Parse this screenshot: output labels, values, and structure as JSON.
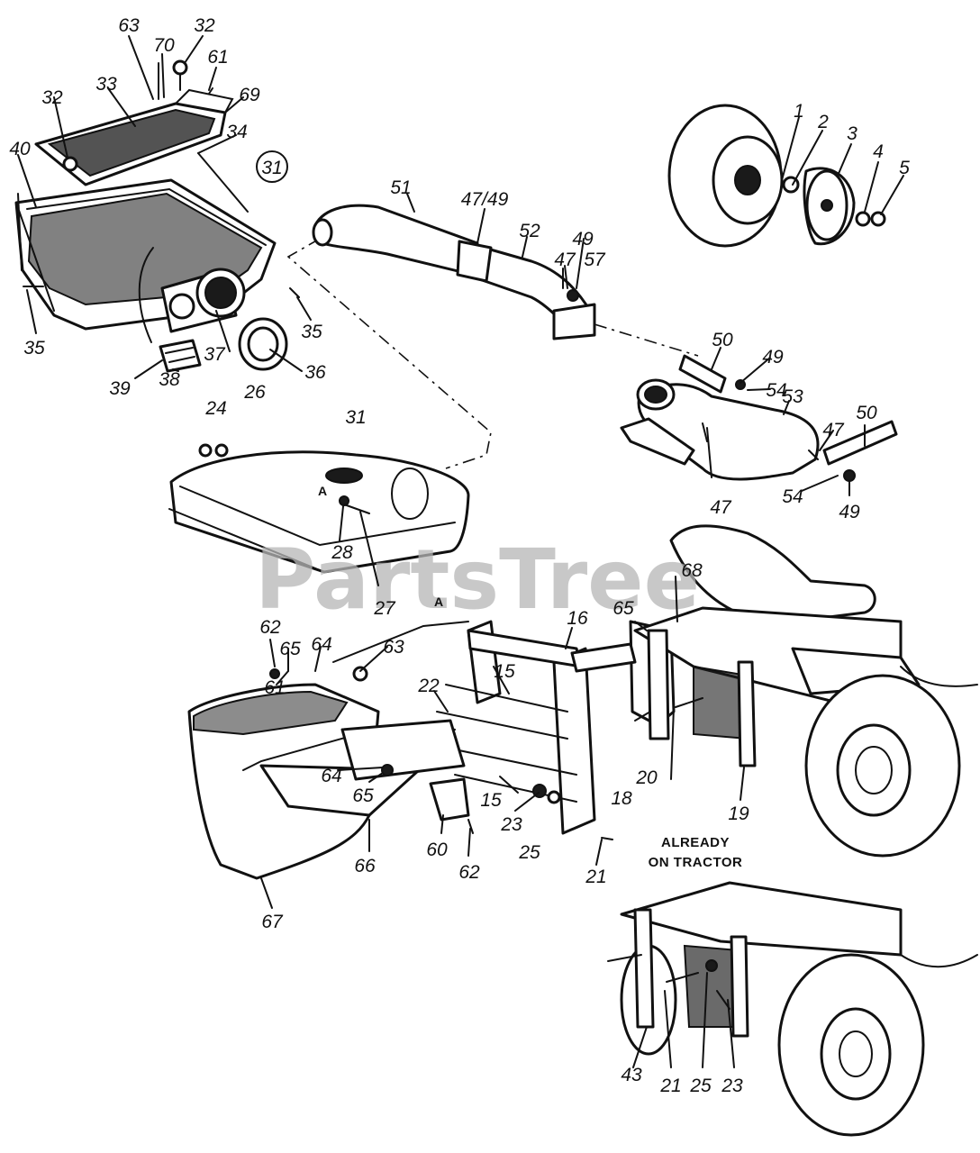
{
  "watermark": "PartsTree",
  "note": {
    "line1": "ALREADY",
    "line2": "ON TRACTOR"
  },
  "connector_letter": "A",
  "callouts": [
    {
      "id": "c1",
      "text": "1"
    },
    {
      "id": "c2",
      "text": "2"
    },
    {
      "id": "c3",
      "text": "3"
    },
    {
      "id": "c4",
      "text": "4"
    },
    {
      "id": "c5",
      "text": "5"
    },
    {
      "id": "c15a",
      "text": "15"
    },
    {
      "id": "c15b",
      "text": "15"
    },
    {
      "id": "c16",
      "text": "16"
    },
    {
      "id": "c18",
      "text": "18"
    },
    {
      "id": "c19",
      "text": "19"
    },
    {
      "id": "c20",
      "text": "20"
    },
    {
      "id": "c21a",
      "text": "21"
    },
    {
      "id": "c21b",
      "text": "21"
    },
    {
      "id": "c22",
      "text": "22"
    },
    {
      "id": "c23a",
      "text": "23"
    },
    {
      "id": "c23b",
      "text": "23"
    },
    {
      "id": "c24",
      "text": "24"
    },
    {
      "id": "c25a",
      "text": "25"
    },
    {
      "id": "c25b",
      "text": "25"
    },
    {
      "id": "c26",
      "text": "26"
    },
    {
      "id": "c27",
      "text": "27"
    },
    {
      "id": "c28",
      "text": "28"
    },
    {
      "id": "c31a",
      "text": "31"
    },
    {
      "id": "c31b",
      "text": "31"
    },
    {
      "id": "c32a",
      "text": "32"
    },
    {
      "id": "c32b",
      "text": "32"
    },
    {
      "id": "c33",
      "text": "33"
    },
    {
      "id": "c34",
      "text": "34"
    },
    {
      "id": "c35a",
      "text": "35"
    },
    {
      "id": "c35b",
      "text": "35"
    },
    {
      "id": "c36",
      "text": "36"
    },
    {
      "id": "c37",
      "text": "37"
    },
    {
      "id": "c38",
      "text": "38"
    },
    {
      "id": "c39",
      "text": "39"
    },
    {
      "id": "c40",
      "text": "40"
    },
    {
      "id": "c43",
      "text": "43"
    },
    {
      "id": "c47a",
      "text": "47"
    },
    {
      "id": "c47b",
      "text": "47"
    },
    {
      "id": "c47c",
      "text": "47"
    },
    {
      "id": "c4749",
      "text": "47/49"
    },
    {
      "id": "c49a",
      "text": "49"
    },
    {
      "id": "c49b",
      "text": "49"
    },
    {
      "id": "c49c",
      "text": "49"
    },
    {
      "id": "c50a",
      "text": "50"
    },
    {
      "id": "c50b",
      "text": "50"
    },
    {
      "id": "c51",
      "text": "51"
    },
    {
      "id": "c52",
      "text": "52"
    },
    {
      "id": "c53",
      "text": "53"
    },
    {
      "id": "c54a",
      "text": "54"
    },
    {
      "id": "c54b",
      "text": "54"
    },
    {
      "id": "c57",
      "text": "57"
    },
    {
      "id": "c60",
      "text": "60"
    },
    {
      "id": "c61a",
      "text": "61"
    },
    {
      "id": "c61b",
      "text": "61"
    },
    {
      "id": "c62a",
      "text": "62"
    },
    {
      "id": "c62b",
      "text": "62"
    },
    {
      "id": "c63a",
      "text": "63"
    },
    {
      "id": "c63b",
      "text": "63"
    },
    {
      "id": "c64a",
      "text": "64"
    },
    {
      "id": "c64b",
      "text": "64"
    },
    {
      "id": "c65a",
      "text": "65"
    },
    {
      "id": "c65b",
      "text": "65"
    },
    {
      "id": "c65c",
      "text": "65"
    },
    {
      "id": "c66",
      "text": "66"
    },
    {
      "id": "c67",
      "text": "67"
    },
    {
      "id": "c68",
      "text": "68"
    },
    {
      "id": "c69",
      "text": "69"
    },
    {
      "id": "c70",
      "text": "70"
    }
  ]
}
